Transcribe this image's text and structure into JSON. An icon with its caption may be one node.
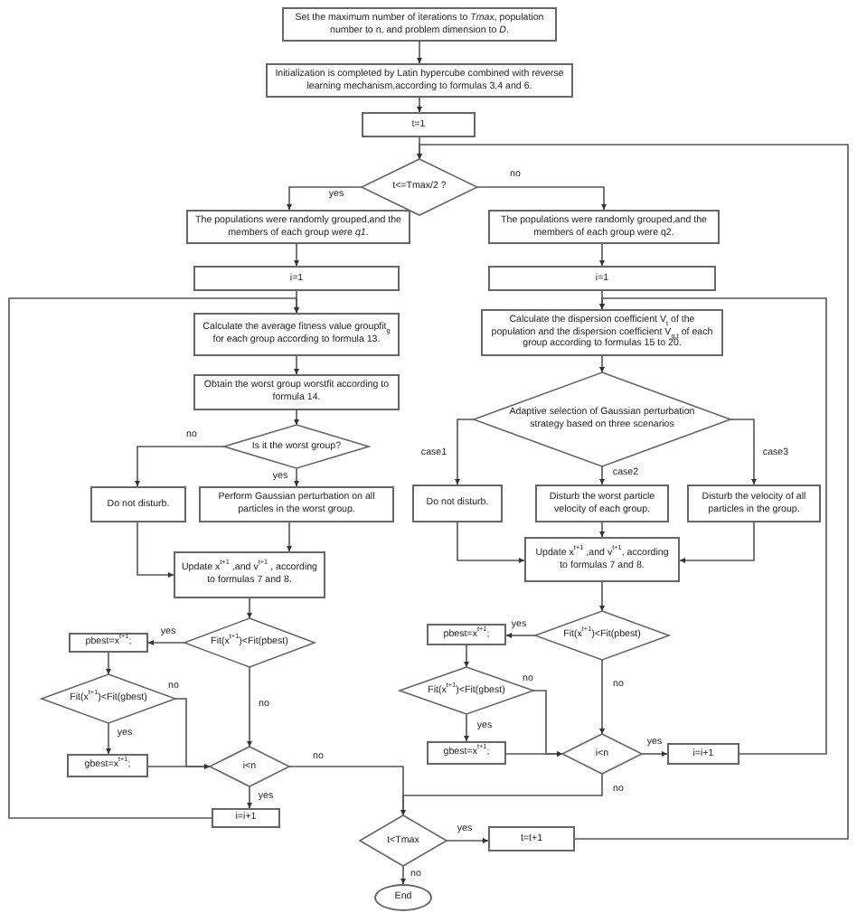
{
  "diagram": {
    "nodes": [
      {
        "text": [
          "Set the maximum number of iterations to *Tmax*, population number to n, and problem dimension to *D*."
        ]
      },
      {
        "text": [
          "Initialization is completed by Latin hypercube combined with reverse learning mechanism,according to formulas 3,4 and 6."
        ]
      },
      {
        "text": [
          "t=1"
        ]
      },
      {
        "text": [
          "t<=Tmax/2 ?"
        ]
      },
      {
        "text": [
          "The populations were randomly grouped,and the members of each group were *q1*."
        ]
      },
      {
        "text": [
          "The populations were randomly grouped,and the members of each group were q2."
        ]
      },
      {
        "text": [
          "i=1"
        ]
      },
      {
        "text": [
          "Calculate the average fitness value groupfit$_{g}$ for each group according to formula 13."
        ]
      },
      {
        "text": [
          "Obtain the worst group worstfit according to formula 14."
        ]
      },
      {
        "text": [
          "Is it the worst group?"
        ]
      },
      {
        "text": [
          "Do not disturb."
        ]
      },
      {
        "text": [
          "Perform Gaussian perturbation on all particles in the worst group."
        ]
      },
      {
        "text": [
          "Update x$^{t+1}$ ,and v$^{t+1}$ , according to formulas 7 and 8."
        ]
      },
      {
        "text": [
          "Fit(x$^{t+1}$)<Fit(pbest)"
        ]
      },
      {
        "text": [
          "pbest=x$^{t+1}$;"
        ]
      },
      {
        "text": [
          "Fit(x$^{t+1}$)<Fit(gbest)"
        ]
      },
      {
        "text": [
          "gbest=x$^{t+1}$;"
        ]
      },
      {
        "text": [
          "i<n"
        ]
      },
      {
        "text": [
          "i=i+1"
        ]
      },
      {
        "text": [
          "i=1"
        ]
      },
      {
        "text": [
          "Calculate the dispersion coefficient V$_{t}$ of the population and the dispersion coefficient V$_{g,t}$ of each group according to formulas 15 to 20."
        ]
      },
      {
        "text": [
          "Adaptive selection of Gaussian perturbation strategy based on three scenarios"
        ]
      },
      {
        "text": [
          "Do not disturb."
        ]
      },
      {
        "text": [
          "Disturb the worst particle velocity of each group."
        ]
      },
      {
        "text": [
          "Disturb the velocity of all particles in the group."
        ]
      },
      {
        "text": [
          "Update x$^{t+1}$ ,and v$^{t+1}$, according to formulas 7 and 8."
        ]
      },
      {
        "text": [
          "Fit(x$^{t+1}$)<Fit(pbest)"
        ]
      },
      {
        "text": [
          "pbest=x$^{t+1}$;"
        ]
      },
      {
        "text": [
          "Fit(x$^{t+1}$)<Fit(gbest)"
        ]
      },
      {
        "text": [
          "gbest=x$^{t+1}$;"
        ]
      },
      {
        "text": [
          "i<n"
        ]
      },
      {
        "text": [
          "i=i+1"
        ]
      },
      {
        "text": [
          "t<Tmax"
        ]
      },
      {
        "text": [
          "t=t+1"
        ]
      },
      {
        "text": [
          "End"
        ]
      }
    ],
    "edges": [
      {
        "from": 0,
        "to": 1,
        "arrow": "to"
      },
      {
        "from": 1,
        "to": 2,
        "arrow": "to"
      },
      {
        "from": 2,
        "to": 3,
        "arrow": "to"
      },
      {
        "from": 3,
        "to": 4,
        "arrow": "to",
        "label": "yes"
      },
      {
        "from": 3,
        "to": 5,
        "arrow": "to",
        "label": "no"
      },
      {
        "from": 4,
        "to": 6,
        "arrow": "to"
      },
      {
        "from": 6,
        "to": 7,
        "arrow": "to"
      },
      {
        "from": 7,
        "to": 8,
        "arrow": "to"
      },
      {
        "from": 8,
        "to": 9,
        "arrow": "to"
      },
      {
        "from": 9,
        "to": 10,
        "arrow": "to",
        "label": "no"
      },
      {
        "from": 9,
        "to": 11,
        "arrow": "to",
        "label": "yes"
      },
      {
        "from": 10,
        "to": 12,
        "arrow": "to"
      },
      {
        "from": 11,
        "to": 12,
        "arrow": "to"
      },
      {
        "from": 12,
        "to": 13,
        "arrow": "to"
      },
      {
        "from": 13,
        "to": 14,
        "arrow": "to",
        "label": "yes"
      },
      {
        "from": 13,
        "to": 17,
        "arrow": "to",
        "label": "no"
      },
      {
        "from": 14,
        "to": 15,
        "arrow": "to"
      },
      {
        "from": 15,
        "to": 16,
        "arrow": "to",
        "label": "yes"
      },
      {
        "from": 15,
        "to": 17,
        "arrow": "to",
        "label": "no"
      },
      {
        "from": 16,
        "to": 17,
        "arrow": "to"
      },
      {
        "from": 17,
        "to": 18,
        "arrow": "to",
        "label": "yes"
      },
      {
        "from": 18,
        "to": 7,
        "arrow": "to"
      },
      {
        "from": 17,
        "to": 32,
        "arrow": "to",
        "label": "no"
      },
      {
        "from": 5,
        "to": 19,
        "arrow": "to"
      },
      {
        "from": 19,
        "to": 20,
        "arrow": "to"
      },
      {
        "from": 20,
        "to": 21,
        "arrow": "to"
      },
      {
        "from": 21,
        "to": 22,
        "arrow": "to",
        "label": "case1"
      },
      {
        "from": 21,
        "to": 23,
        "arrow": "to",
        "label": "case2"
      },
      {
        "from": 21,
        "to": 24,
        "arrow": "to",
        "label": "case3"
      },
      {
        "from": 22,
        "to": 25,
        "arrow": "to"
      },
      {
        "from": 23,
        "to": 25,
        "arrow": "to"
      },
      {
        "from": 24,
        "to": 25,
        "arrow": "to"
      },
      {
        "from": 25,
        "to": 26,
        "arrow": "to"
      },
      {
        "from": 26,
        "to": 27,
        "arrow": "to",
        "label": "yes"
      },
      {
        "from": 26,
        "to": 30,
        "arrow": "to",
        "label": "no"
      },
      {
        "from": 27,
        "to": 28,
        "arrow": "to"
      },
      {
        "from": 28,
        "to": 29,
        "arrow": "to",
        "label": "yes"
      },
      {
        "from": 28,
        "to": 30,
        "arrow": "to",
        "label": "no"
      },
      {
        "from": 29,
        "to": 30,
        "arrow": "to"
      },
      {
        "from": 30,
        "to": 31,
        "arrow": "to",
        "label": "yes"
      },
      {
        "from": 31,
        "to": 20,
        "arrow": "to"
      },
      {
        "from": 30,
        "to": 32,
        "arrow": "to",
        "label": "no"
      },
      {
        "from": 32,
        "to": 33,
        "arrow": "to",
        "label": "yes"
      },
      {
        "from": 32,
        "to": 34,
        "arrow": "to",
        "label": "no"
      },
      {
        "from": 33,
        "to": 3,
        "arrow": "to"
      }
    ]
  }
}
